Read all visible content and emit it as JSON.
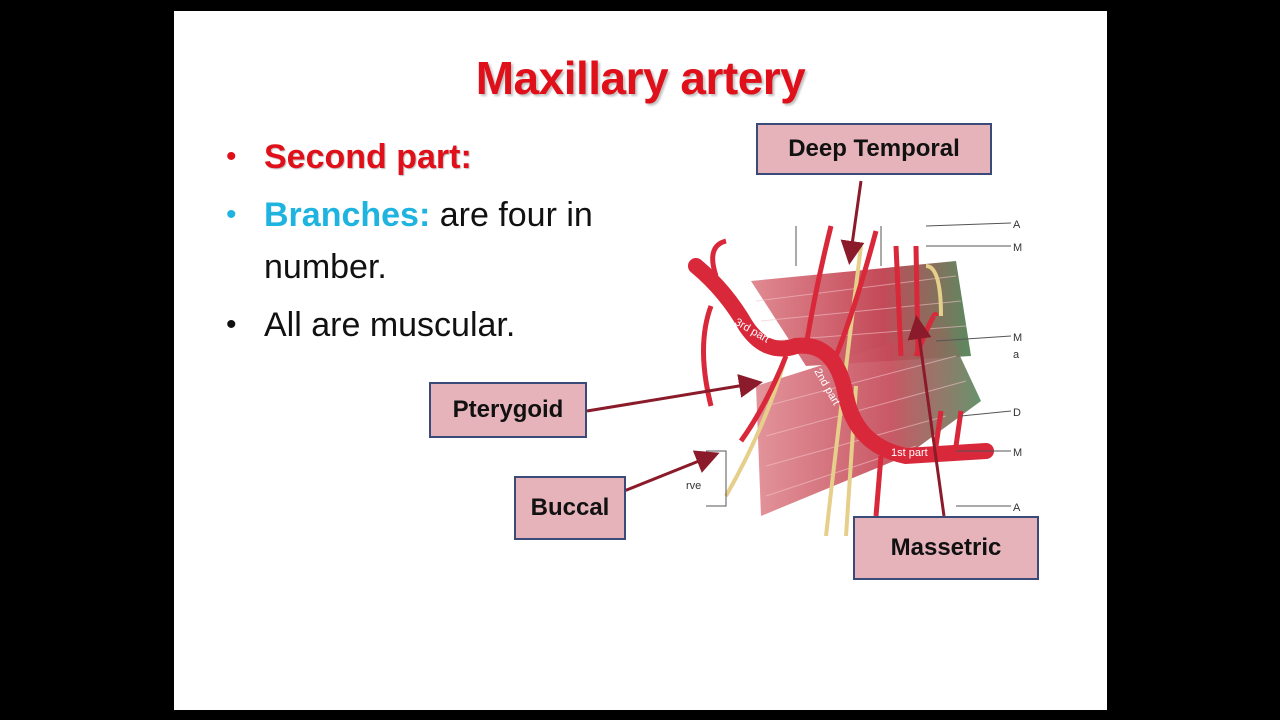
{
  "slide": {
    "title": "Maxillary artery",
    "bullets": [
      {
        "lead": "Second part:",
        "rest": ""
      },
      {
        "lead": "Branches:",
        "rest": " are four in number."
      },
      {
        "lead": "",
        "rest": "All are muscular."
      }
    ]
  },
  "labels": {
    "deep_temporal": "Deep Temporal",
    "pterygoid": "Pterygoid",
    "buccal": "Buccal",
    "masseteric": "Massetric"
  },
  "figure_text": {
    "part3": "3rd part",
    "part2": "2nd part",
    "part1": "1st part",
    "nerve": "rve",
    "side_labels": [
      "A",
      "M",
      "M",
      "a",
      "D",
      "M",
      "A"
    ]
  },
  "colors": {
    "title": "#e0101a",
    "accent_blue": "#1fb4e0",
    "label_fill": "#e6b3ba",
    "label_border": "#3a4b7a",
    "arrow": "#8b1a2a",
    "artery": "#d8283a",
    "muscle": "#c84a58",
    "nerve": "#e6cf8a"
  }
}
